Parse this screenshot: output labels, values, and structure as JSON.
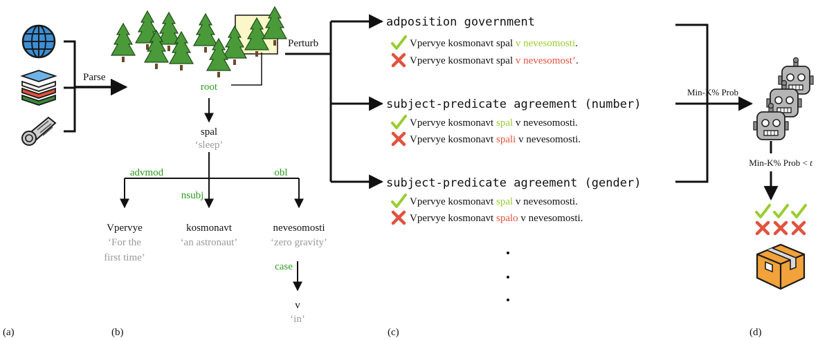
{
  "panels": {
    "a": "(a)",
    "b": "(b)",
    "c": "(c)",
    "d": "(d)"
  },
  "arrows": {
    "parse": "Parse",
    "perturb": "Perturb",
    "mink": "Min-K% Prob",
    "threshold_prefix": "Min-K% Prob < ",
    "threshold_var": "t"
  },
  "tree": {
    "root_label": "root",
    "head": {
      "word": "spal",
      "gloss": "‘sleep’"
    },
    "relations": {
      "advmod": "advmod",
      "nsubj": "nsubj",
      "obl": "obl",
      "case": "case"
    },
    "nodes": {
      "vpervye": {
        "word": "Vpervye",
        "gloss1": "‘For the",
        "gloss2": "first time’"
      },
      "kosmonavt": {
        "word": "kosmonavt",
        "gloss": "‘an astronaut’"
      },
      "nevesomosti": {
        "word": "nevesomosti",
        "gloss": "‘zero gravity’"
      },
      "v": {
        "word": "v",
        "gloss": "‘in’"
      }
    }
  },
  "phenomena": [
    {
      "title": "adposition government",
      "good": {
        "pre": "Vpervye kosmonavt spal ",
        "hl": "v nevesomosti",
        "post": "."
      },
      "bad": {
        "pre": "Vpervye kosmonavt spal ",
        "hl": "v nevesomost’",
        "post": "."
      }
    },
    {
      "title": "subject-predicate agreement (number)",
      "good": {
        "pre": "Vpervye kosmonavt ",
        "hl": "spal",
        "post": " v nevesomosti."
      },
      "bad": {
        "pre": "Vpervye kosmonavt ",
        "hl": "spali",
        "post": " v nevesomosti."
      }
    },
    {
      "title": "subject-predicate agreement (gender)",
      "good": {
        "pre": "Vpervye kosmonavt ",
        "hl": "spal",
        "post": " v nevesomosti."
      },
      "bad": {
        "pre": "Vpervye kosmonavt ",
        "hl": "spalo",
        "post": " v nevesomosti."
      }
    }
  ],
  "colors": {
    "tree": "#4a9a3a",
    "tree_dark": "#2f6b22",
    "highlight_box": "#fbf7c9",
    "good": "#9acd32",
    "bad": "#e0533e",
    "relation": "#2e9a1e",
    "gloss": "#9a9a9a",
    "robot": "#b5b5b5",
    "box": "#f2a23a"
  }
}
